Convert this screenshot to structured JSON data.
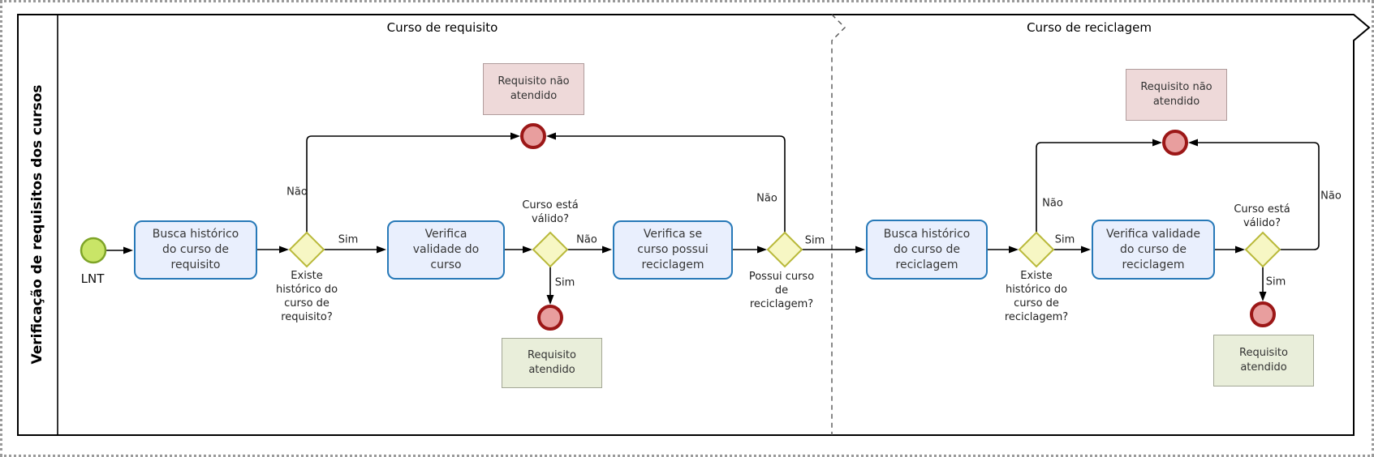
{
  "pool": {
    "title": "Verificação de requisitos dos cursos"
  },
  "phases": {
    "requisito": "Curso de requisito",
    "reciclagem": "Curso de reciclagem"
  },
  "events": {
    "start_label": "LNT"
  },
  "tasks": {
    "busca_requisito": "Busca histórico\ndo curso de\nrequisito",
    "verifica_validade": "Verifica\nvalidade do\ncurso",
    "verifica_reciclagem": "Verifica se\ncurso possui\nreciclagem",
    "busca_reciclagem": "Busca histórico\ndo curso de\nreciclagem",
    "verifica_validade_reciclagem": "Verifica validade\ndo curso de\nreciclagem"
  },
  "gateways": {
    "existe_historico_requisito": "Existe\nhistórico do\ncurso de\nrequisito?",
    "curso_valido": "Curso está\nválido?",
    "possui_reciclagem": "Possui curso\nde\nreciclagem?",
    "existe_historico_reciclagem": "Existe\nhistórico do\ncurso de\nreciclagem?"
  },
  "annotations": {
    "nao_atendido": "Requisito não\natendido",
    "atendido": "Requisito\natendido"
  },
  "edge_labels": {
    "sim": "Sim",
    "nao": "Não"
  },
  "colors": {
    "task_fill": "#e9effd",
    "task_border": "#2779b8",
    "gateway_fill": "#f7f7c4",
    "gateway_border": "#b9b93a",
    "start_fill": "#c9e567",
    "start_border": "#7ea428",
    "end_fill": "#e89e9e",
    "end_border": "#9c1717",
    "annotation_negative_fill": "#eed9d9",
    "annotation_negative_border": "#b09c9c",
    "annotation_positive_fill": "#e9eeda",
    "annotation_positive_border": "#a3a795",
    "line": "#000000"
  }
}
